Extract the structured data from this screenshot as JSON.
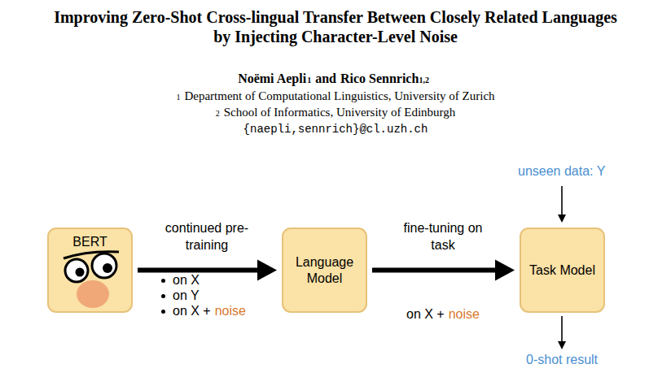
{
  "diagram": {
    "title": "Improving Zero-Shot Cross-lingual Transfer Between Closely Related Languages by Injecting Character-Level Noise",
    "nodes": [
      {
        "text": [
          "BERT"
        ]
      },
      {
        "text": [
          "Language Model"
        ]
      },
      {
        "text": [
          "Task Model"
        ]
      }
    ],
    "edges": [
      {
        "from": 0,
        "to": 1,
        "label": "continued pre-training",
        "arrow": "to"
      },
      {
        "from": 1,
        "to": 2,
        "label": "fine-tuning on task",
        "arrow": "to"
      }
    ],
    "labels": [
      "Noëmi Aepli",
      "1",
      "and",
      "Rico Sennrich",
      "1,2",
      "1",
      "Department of Computational Linguistics, University of Zurich",
      "2",
      "School of Informatics, University of Edinburgh",
      "{naepli,sennrich}@cl.uzh.ch",
      "on X",
      "on Y",
      "on X +",
      "noise",
      "on X +",
      "noise",
      "unseen data: Y",
      "0-shot result"
    ]
  }
}
